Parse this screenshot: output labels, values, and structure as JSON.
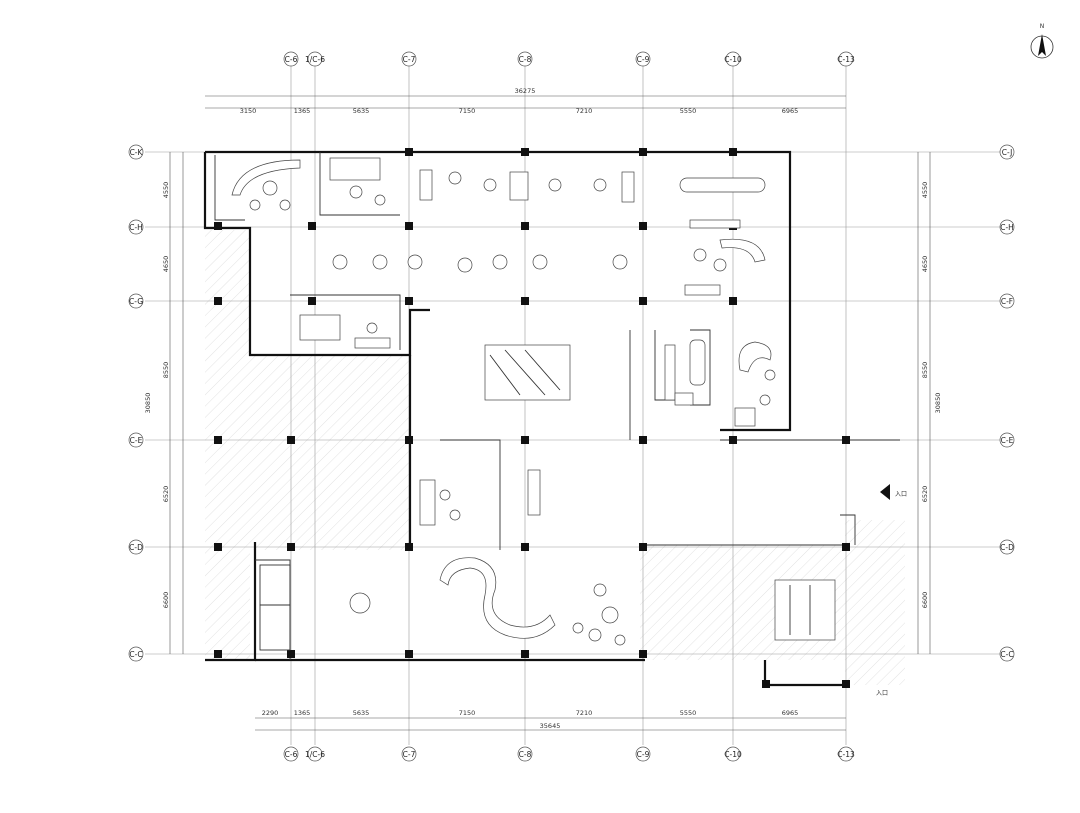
{
  "north_label": "N",
  "axes_top": [
    "C-6",
    "1/C-6",
    "C-7",
    "C-8",
    "C-9",
    "C-10",
    "C-13"
  ],
  "axes_bottom": [
    "C-6",
    "1/C-6",
    "C-7",
    "C-8",
    "C-9",
    "C-10",
    "C-13"
  ],
  "axes_left": [
    "C-K",
    "C-H",
    "C-G",
    "C-E",
    "C-D",
    "C-C"
  ],
  "axes_right": [
    "C-J",
    "C-H",
    "C-F",
    "C-E",
    "C-D",
    "C-C"
  ],
  "dims_top_total": "36275",
  "dims_top": [
    "3150",
    "1365",
    "5635",
    "7150",
    "7210",
    "5550",
    "6965"
  ],
  "dims_bottom": [
    "2290",
    "1365",
    "5635",
    "7150",
    "7210",
    "5550",
    "6965"
  ],
  "dims_bottom_total": "35645",
  "dims_left": [
    "4550",
    "4650",
    "8550",
    "6520",
    "6600"
  ],
  "dims_left_total": "30850",
  "dims_right": [
    "4550",
    "4650",
    "8550",
    "6520",
    "6600"
  ],
  "dims_right_total": "30850",
  "entrance_label": "入口",
  "entrance_label_right": "入口"
}
